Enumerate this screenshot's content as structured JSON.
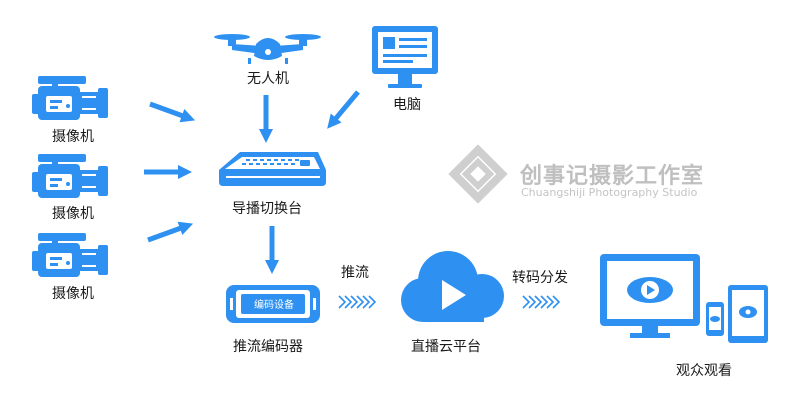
{
  "nodes": {
    "camera1": "摄像机",
    "camera2": "摄像机",
    "camera3": "摄像机",
    "drone": "无人机",
    "computer": "电脑",
    "switcher": "导播切换台",
    "encoder": "推流编码器",
    "encoder_screen": "编码设备",
    "platform": "直播云平台",
    "viewers": "观众观看"
  },
  "edges": {
    "push": "推流",
    "distribute": "转码分发"
  },
  "watermark": {
    "title": "创事记摄影工作室",
    "subtitle": "Chuangshiji Photography Studio"
  },
  "colors": {
    "primary": "#2e90f0",
    "watermark": "#c4c4c4"
  }
}
